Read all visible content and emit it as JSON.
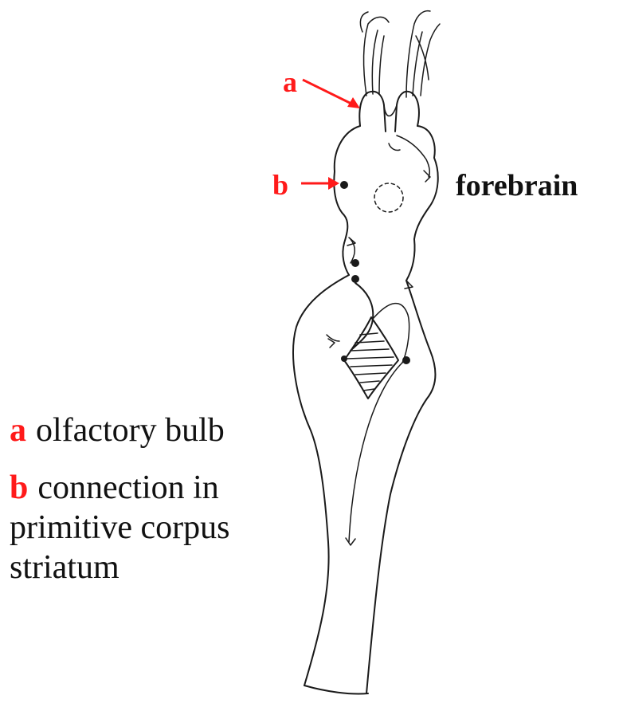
{
  "labels": {
    "a": "a",
    "b": "b",
    "forebrain": "forebrain"
  },
  "legend": {
    "a_key": "a",
    "a_text": "olfactory bulb",
    "b_key": "b",
    "b_text_line1": "connection in",
    "b_text_line2": "primitive corpus",
    "b_text_line3": "striatum"
  },
  "colors": {
    "accent": "#ff1a1a",
    "ink": "#1a1a1a"
  }
}
